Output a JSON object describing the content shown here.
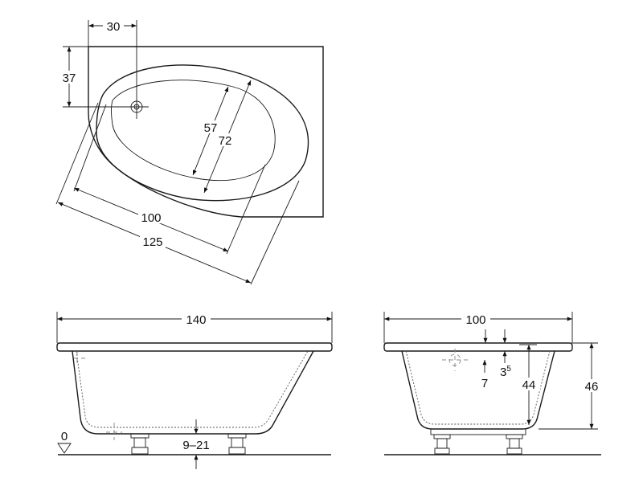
{
  "top_view": {
    "dim_waste_offset_x": "30",
    "dim_waste_offset_y": "37",
    "dim_inner_width": "57",
    "dim_outer_width": "72",
    "dim_inner_length": "100",
    "dim_outer_length": "125"
  },
  "side_view": {
    "dim_length": "140",
    "dim_feet_adjust": "9–21",
    "floor_level": "0"
  },
  "end_view": {
    "dim_width": "100",
    "dim_rim_base": "3",
    "dim_rim_sup": "5",
    "dim_waste_depth": "7",
    "dim_inner_depth": "44",
    "dim_total_height": "46"
  }
}
